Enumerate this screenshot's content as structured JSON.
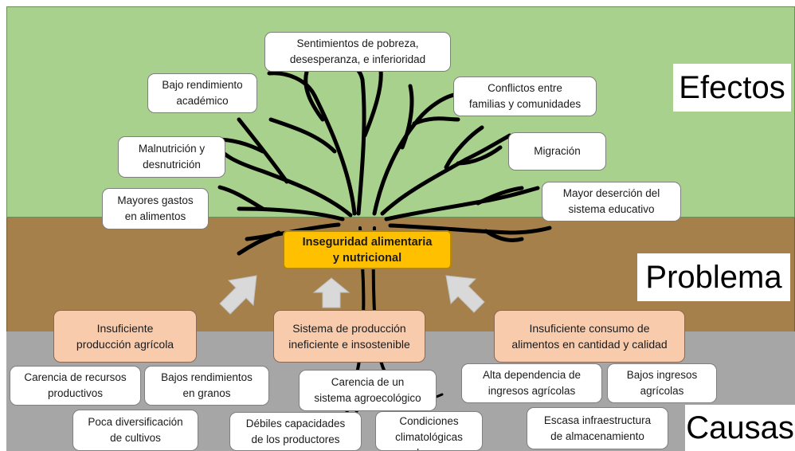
{
  "sections": {
    "effects": "Efectos",
    "problem": "Problema",
    "causes": "Causas"
  },
  "effects": [
    "Sentimientos de pobreza,\ndesesperanza, e inferioridad",
    "Bajo rendimiento\nacadémico",
    "Conflictos entre\nfamilias y comunidades",
    "Malnutrición y\ndesnutrición",
    "Migración",
    "Mayores gastos\nen alimentos",
    "Mayor deserción del\nsistema educativo"
  ],
  "problem": "Inseguridad alimentaria\ny nutricional",
  "cause_groups": [
    "Insuficiente\nproducción agrícola",
    "Sistema de producción\nineficiente e insostenible",
    "Insuficiente consumo de\nalimentos en cantidad y calidad"
  ],
  "causes": [
    "Carencia de recursos\nproductivos",
    "Bajos rendimientos\nen granos",
    "Carencia de un\nsistema agroecológico",
    "Alta dependencia de\ningresos agrícolas",
    "Bajos ingresos\nagrícolas",
    "Poca diversificación\nde cultivos",
    "Débiles capacidades\nde los productores",
    "Condiciones\nclimatológicas\nadversas",
    "Escasa infraestructura\nde almacenamiento"
  ],
  "colors": {
    "effects_band": "#a9d18e",
    "problem_band": "#a5804b",
    "causes_band": "#a6a6a6",
    "problem_box": "#ffc000",
    "cause_group_box": "#f8cbad",
    "arrow": "#d9d9d9"
  },
  "icons": [
    "tree-illustration",
    "arrow-up-right-icon",
    "arrow-up-icon",
    "arrow-up-left-icon"
  ]
}
